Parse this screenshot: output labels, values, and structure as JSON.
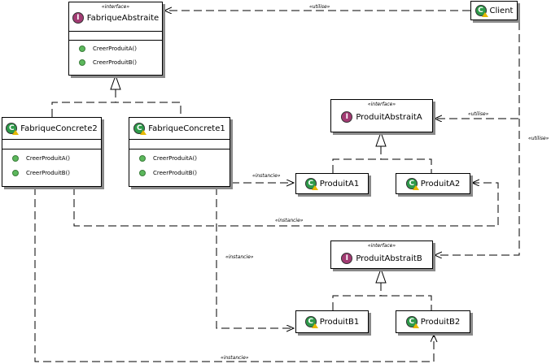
{
  "stereotype_interface": "«interface»",
  "classes": {
    "fabrique_abstraite": {
      "name": "FabriqueAbstraite",
      "badge": "I",
      "methods": [
        "CreerProduitA()",
        "CreerProduitB()"
      ]
    },
    "fabrique_concrete2": {
      "name": "FabriqueConcrete2",
      "badge": "C",
      "methods": [
        "CreerProduitA()",
        "CreerProduitB()"
      ]
    },
    "fabrique_concrete1": {
      "name": "FabriqueConcrete1",
      "badge": "C",
      "methods": [
        "CreerProduitA()",
        "CreerProduitB()"
      ]
    },
    "client": {
      "name": "Client",
      "badge": "C"
    },
    "produit_abstrait_a": {
      "name": "ProduitAbstraitA",
      "badge": "I"
    },
    "produit_a1": {
      "name": "ProduitA1",
      "badge": "C"
    },
    "produit_a2": {
      "name": "ProduitA2",
      "badge": "C"
    },
    "produit_abstrait_b": {
      "name": "ProduitAbstraitB",
      "badge": "I"
    },
    "produit_b1": {
      "name": "ProduitB1",
      "badge": "C"
    },
    "produit_b2": {
      "name": "ProduitB2",
      "badge": "C"
    }
  },
  "relations": {
    "utilise": "«utilise»",
    "instancie": "«instancie»"
  },
  "colors": {
    "interface_badge": "#a23b73",
    "class_badge": "#2e9a4a",
    "method_dot": "#5cb85c",
    "shadow": "#8a8a8a"
  }
}
